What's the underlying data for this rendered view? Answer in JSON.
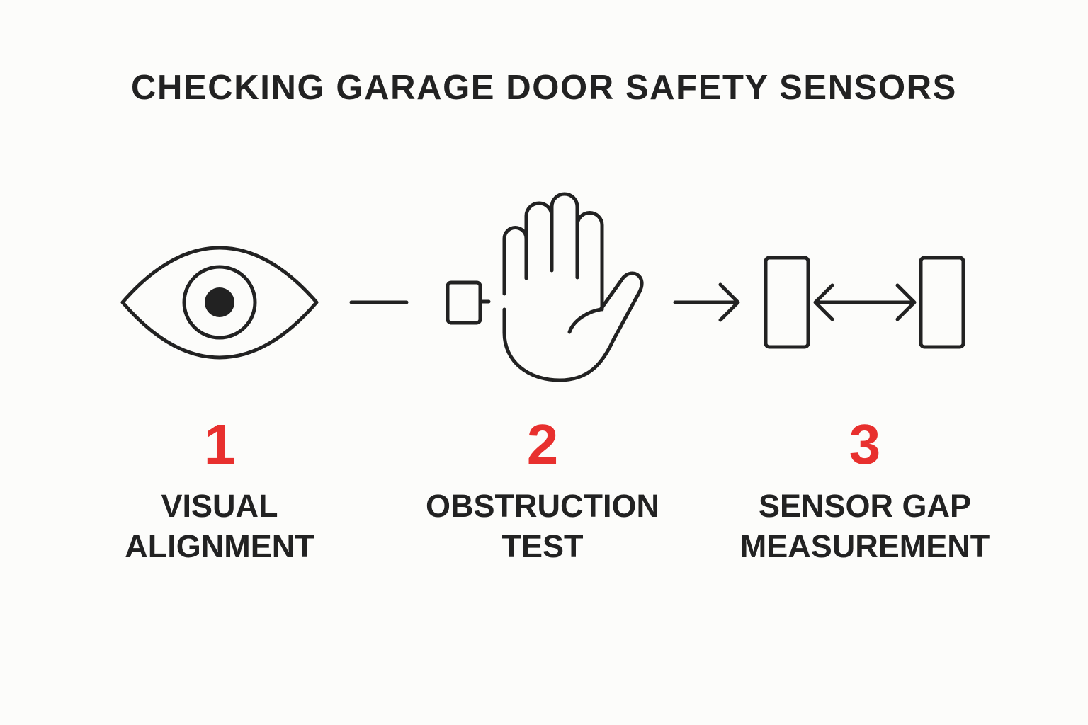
{
  "title": "CHECKING GARAGE DOOR SAFETY SENSORS",
  "accent_color": "#e8302e",
  "steps": [
    {
      "number": "1",
      "line1": "VISUAL",
      "line2": "ALIGNMENT",
      "icon": "eye-icon"
    },
    {
      "number": "2",
      "line1": "OBSTRUCTION",
      "line2": "TEST",
      "icon": "hand-icon"
    },
    {
      "number": "3",
      "line1": "SENSOR GAP",
      "line2": "MEASUREMENT",
      "icon": "sensor-gap-icon"
    }
  ]
}
